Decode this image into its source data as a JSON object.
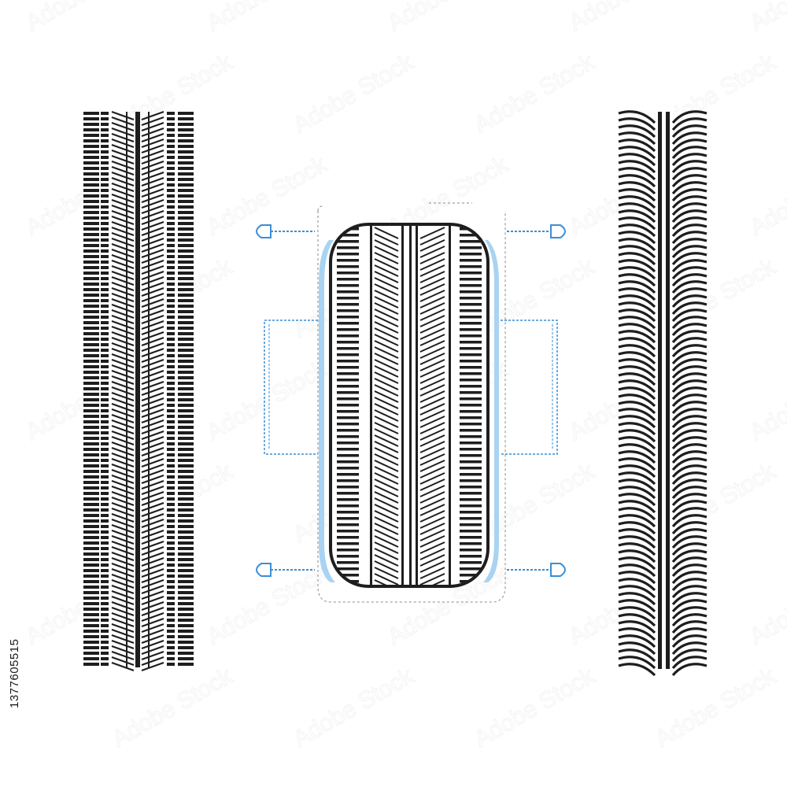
{
  "image": {
    "description_tags": [
      "tire-tread-track-left",
      "tire-top-view-diagram",
      "tire-tread-track-right"
    ],
    "stock_id": "1377605515",
    "watermark_text": "Adobe Stock",
    "colors": {
      "background": "#ffffff",
      "tread": "#1e1e1e",
      "accent_blue": "#3a8fd6",
      "light_blue": "#a9d3f2",
      "guide_grey": "#8a8a8a"
    }
  }
}
